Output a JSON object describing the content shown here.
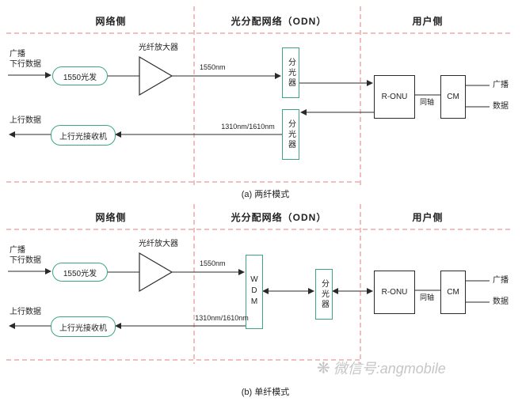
{
  "colors": {
    "green": "#3fa57f",
    "red_dash": "#e08080",
    "line": "#2a2a2a",
    "ink": "#222222",
    "watermark": "#c6c6c6"
  },
  "sections": {
    "a": {
      "header_network": "网络侧",
      "header_odn": "光分配网络（ODN）",
      "header_user": "用户侧",
      "broadcast1": "广播",
      "broadcast2": "下行数据",
      "tx": "1550光发",
      "amp": "光纤放大器",
      "wl_down": "1550nm",
      "splitter_down": "分光器",
      "splitter_up": "分光器",
      "wl_up": "1310nm/1610nm",
      "ronu": "R-ONU",
      "coax": "同轴",
      "cm": "CM",
      "out_broadcast": "广播",
      "out_data": "数据",
      "rx": "上行光接收机",
      "uplink": "上行数据",
      "caption": "(a) 两纤模式"
    },
    "b": {
      "header_network": "网络侧",
      "header_odn": "光分配网络（ODN）",
      "header_user": "用户侧",
      "broadcast1": "广播",
      "broadcast2": "下行数据",
      "tx": "1550光发",
      "amp": "光纤放大器",
      "wl_down": "1550nm",
      "wdm": "WDM",
      "splitter": "分光器",
      "wl_up": "1310nm/1610nm",
      "ronu": "R-ONU",
      "coax": "同轴",
      "cm": "CM",
      "out_broadcast": "广播",
      "out_data": "数据",
      "rx": "上行光接收机",
      "uplink": "上行数据",
      "caption": "(b) 单纤模式"
    }
  },
  "watermark": {
    "icon": "❋",
    "text": "微信号:angmobile"
  }
}
